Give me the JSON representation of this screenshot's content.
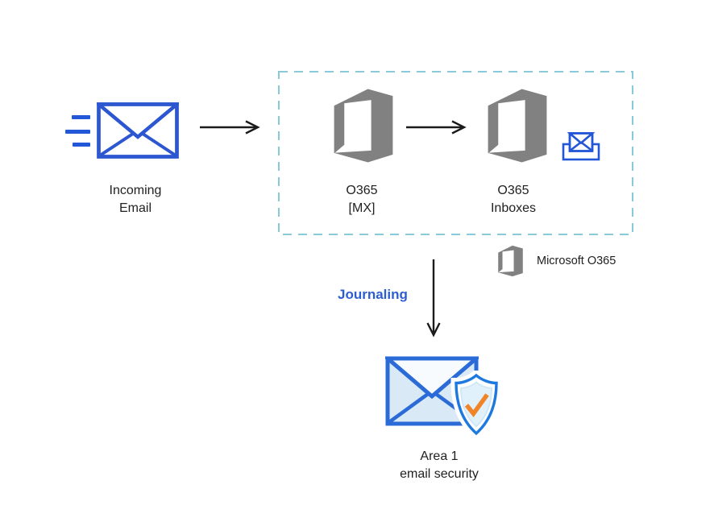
{
  "theme": {
    "envelope_blue": "#2d57d0",
    "speed_line_blue": "#2257d8",
    "inbox_blue": "#2356d7",
    "o365_gray": "#818181",
    "dashed_border": "#89cada",
    "arrow_color": "#1b1b1b",
    "journaling_blue": "#2d5ecf",
    "area1_border": "#2a6bd8",
    "area1_fill": "#d9e9f6",
    "area1_flap": "#f7fbfd",
    "shield_border": "#1d79e0",
    "shield_fill": "#e1f1fb",
    "shield_inner_stroke": "#cfe7f7",
    "check_orange": "#f08428",
    "label_color": "#212121"
  },
  "nodes": {
    "incoming_email": {
      "line1": "Incoming",
      "line2": "Email"
    },
    "o365_mx": {
      "line1": "O365",
      "line2": "[MX]"
    },
    "o365_inboxes": {
      "line1": "O365",
      "line2": "Inboxes"
    },
    "area1": {
      "line1": "Area 1",
      "line2": "email security"
    }
  },
  "legend": {
    "label": "Microsoft O365"
  },
  "flow": {
    "journaling_label": "Journaling"
  },
  "icons": {
    "incoming": "speeding-envelope-icon",
    "o365": "office-365-logo-icon",
    "inbox": "inbox-envelope-tray-icon",
    "area1": "envelope-shield-check-icon"
  }
}
